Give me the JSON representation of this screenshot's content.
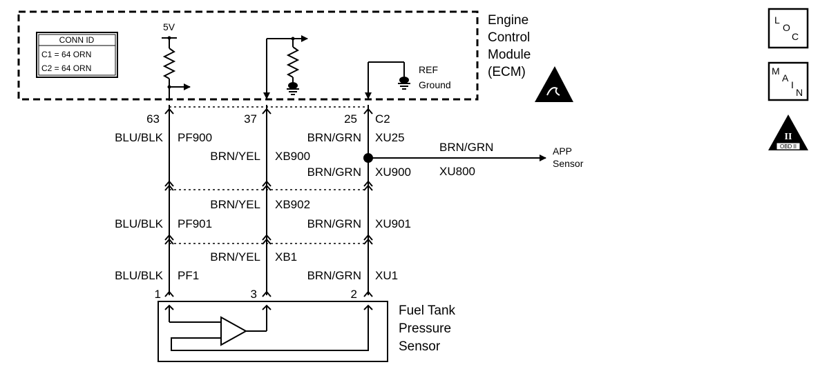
{
  "ecm": {
    "label_lines": [
      "Engine",
      "Control",
      "Module",
      "(ECM)"
    ],
    "conn_id": {
      "title": "CONN ID",
      "c1": "C1 = 64 ORN",
      "c2": "C2 = 64 ORN"
    },
    "supply_5v": "5V",
    "ref_ground": [
      "REF",
      "Ground"
    ]
  },
  "pins_top": {
    "p63": "63",
    "p37": "37",
    "p25": "25",
    "connector": "C2"
  },
  "wires": {
    "w1": {
      "color": "BLU/BLK",
      "c900": "PF900",
      "c901": "PF901",
      "c1": "PF1"
    },
    "w2": {
      "color": "BRN/YEL",
      "c900": "XB900",
      "c902": "XB902",
      "c1": "XB1"
    },
    "w3": {
      "color": "BRN/GRN",
      "c25": "XU25",
      "c900": "XU900",
      "c901": "XU901",
      "c1": "XU1"
    }
  },
  "app_branch": {
    "color": "BRN/GRN",
    "conn": "XU800",
    "dest_lines": [
      "APP",
      "Sensor"
    ]
  },
  "sensor": {
    "pins": [
      "1",
      "3",
      "2"
    ],
    "label_lines": [
      "Fuel Tank",
      "Pressure",
      "Sensor"
    ]
  },
  "icons": {
    "loc": [
      "L",
      "O",
      "C"
    ],
    "main": [
      "M",
      "A",
      "I",
      "N"
    ],
    "obd": [
      "II",
      "OBD II"
    ]
  }
}
